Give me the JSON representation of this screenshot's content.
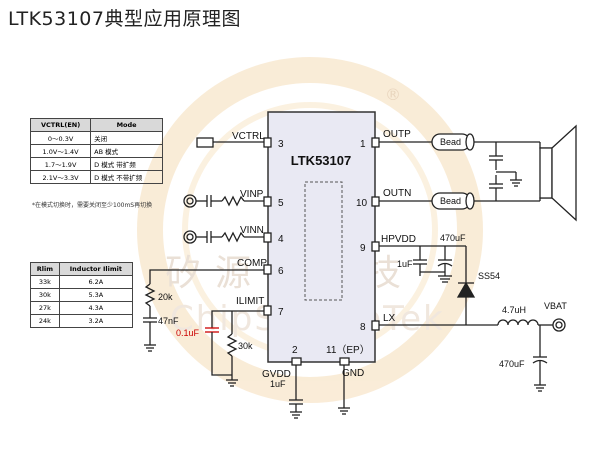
{
  "title": "LTK53107典型应用原理图",
  "chip": {
    "name": "LTK53107",
    "pins": {
      "vctrl": {
        "name": "VCTRL",
        "num": "3"
      },
      "vinp": {
        "name": "VINP",
        "num": "5"
      },
      "vinn": {
        "name": "VINN",
        "num": "4"
      },
      "comp": {
        "name": "COMP",
        "num": "6"
      },
      "ilimit": {
        "name": "ILIMIT",
        "num": "7"
      },
      "gvdd": {
        "name": "GVDD",
        "num": "2"
      },
      "gnd": {
        "name": "GND",
        "num": "11（EP）"
      },
      "outp": {
        "name": "OUTP",
        "num": "1"
      },
      "outn": {
        "name": "OUTN",
        "num": "10"
      },
      "hpvdd": {
        "name": "HPVDD",
        "num": "9"
      },
      "lx": {
        "name": "LX",
        "num": "8"
      }
    }
  },
  "components": {
    "bead1": "Bead",
    "bead2": "Bead",
    "r_comp": "20k",
    "c_comp": "47nF",
    "c_ilimit": "0.1uF",
    "r_ilimit": "30k",
    "c_gvdd": "1uF",
    "c_hpvdd_big": "470uF",
    "c_hpvdd_small": "1uF",
    "diode": "SS54",
    "inductor": "4.7uH",
    "vbat": "VBAT",
    "c_vbat": "470uF"
  },
  "mode_table": {
    "headers": [
      "VCTRL(EN)",
      "Mode"
    ],
    "rows": [
      [
        "0～0.3V",
        "关闭"
      ],
      [
        "1.0V～1.4V",
        "AB 模式"
      ],
      [
        "1.7～1.9V",
        "D 模式 带扩频"
      ],
      [
        "2.1V～3.3V",
        "D 模式 不带扩频"
      ]
    ],
    "note": "*在模式切换时，需要关闭至少100mS再切换"
  },
  "rlim_table": {
    "headers": [
      "Rlim",
      "Inductor Ilimit"
    ],
    "rows": [
      [
        "33k",
        "6.2A"
      ],
      [
        "30k",
        "5.3A"
      ],
      [
        "27k",
        "4.3A"
      ],
      [
        "24k",
        "3.2A"
      ]
    ]
  },
  "watermark": {
    "cn": "矽源特科技",
    "en": "ChipSourceTek",
    "mark": "®"
  },
  "colors": {
    "chip_fill": "#e9e9f3",
    "accent_red": "#cc0000",
    "watermark": "#f3d3a6"
  }
}
